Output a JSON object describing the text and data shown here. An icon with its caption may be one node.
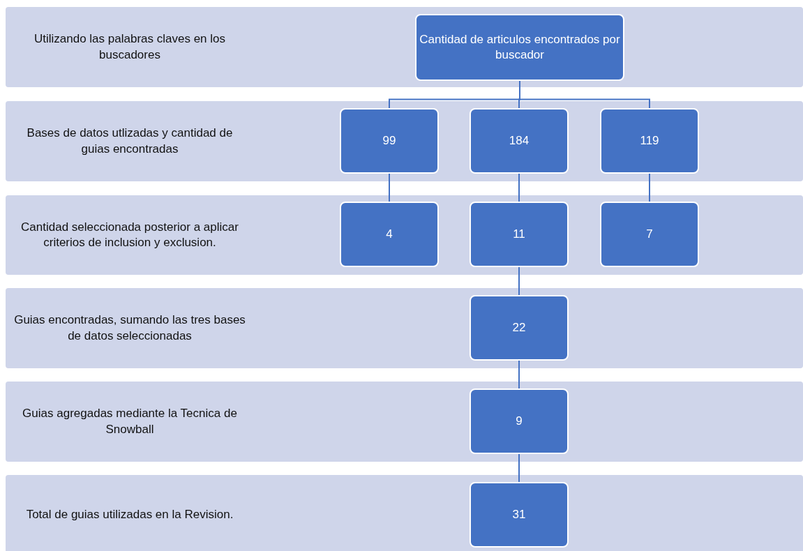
{
  "diagram": {
    "nodes": [
      {
        "text": [
          "Utilizando las palabras claves en los buscadores"
        ]
      },
      {
        "text": [
          "Cantidad de articulos encontrados por buscador"
        ],
        "in": 0
      },
      {
        "text": [
          "Bases de datos utlizadas y cantidad de guias encontradas"
        ]
      },
      {
        "text": [
          "99"
        ],
        "in": 2
      },
      {
        "text": [
          "184"
        ],
        "in": 2
      },
      {
        "text": [
          "119"
        ],
        "in": 2
      },
      {
        "text": [
          "Cantidad seleccionada posterior a aplicar criterios de inclusion y exclusion."
        ]
      },
      {
        "text": [
          "4"
        ],
        "in": 6
      },
      {
        "text": [
          "11"
        ],
        "in": 6
      },
      {
        "text": [
          "7"
        ],
        "in": 6
      },
      {
        "text": [
          "Guias encontradas, sumando las tres bases de datos seleccionadas"
        ]
      },
      {
        "text": [
          "22"
        ],
        "in": 10
      },
      {
        "text": [
          "Guias agregadas mediante la Tecnica de Snowball"
        ]
      },
      {
        "text": [
          "9"
        ],
        "in": 12
      },
      {
        "text": [
          "Total de guias utilizadas en la Revision."
        ]
      },
      {
        "text": [
          "31"
        ],
        "in": 14
      }
    ],
    "edges": [
      {
        "from": 1,
        "to": 3,
        "arrow": "none"
      },
      {
        "from": 1,
        "to": 4,
        "arrow": "none"
      },
      {
        "from": 1,
        "to": 5,
        "arrow": "none"
      },
      {
        "from": 3,
        "to": 7,
        "arrow": "none"
      },
      {
        "from": 4,
        "to": 8,
        "arrow": "none"
      },
      {
        "from": 5,
        "to": 9,
        "arrow": "none"
      },
      {
        "from": 8,
        "to": 11,
        "arrow": "none"
      },
      {
        "from": 11,
        "to": 13,
        "arrow": "none"
      },
      {
        "from": 13,
        "to": 15,
        "arrow": "none"
      }
    ]
  }
}
